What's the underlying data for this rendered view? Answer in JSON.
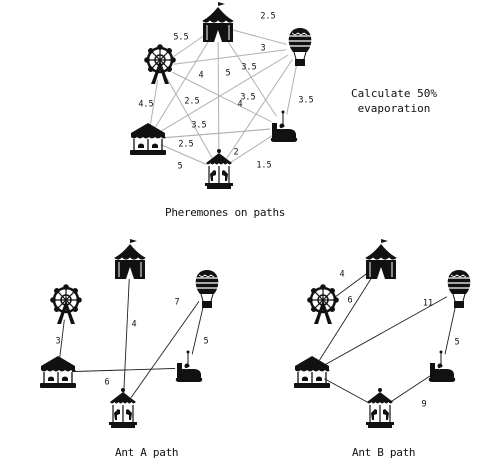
{
  "instruction": {
    "line1": "Calculate 50%",
    "line2": "evaporation"
  },
  "diagrams": [
    {
      "caption": "Pheremones on paths",
      "edges": [
        {
          "from": "tent",
          "to": "balloon",
          "label": "2.5"
        },
        {
          "from": "tent",
          "to": "ferris",
          "label": "5.5"
        },
        {
          "from": "ferris",
          "to": "balloon",
          "label": "3"
        },
        {
          "from": "tent",
          "to": "carousel_left",
          "label": "4"
        },
        {
          "from": "tent",
          "to": "carousel_bottom",
          "label": "5"
        },
        {
          "from": "tent",
          "to": "bumper",
          "label": "3.5"
        },
        {
          "from": "balloon",
          "to": "carousel_left",
          "label": "2.5"
        },
        {
          "from": "balloon",
          "to": "carousel_bottom",
          "label": "3.5"
        },
        {
          "from": "balloon",
          "to": "bumper",
          "label": "3.5"
        },
        {
          "from": "ferris",
          "to": "carousel_left",
          "label": "4.5"
        },
        {
          "from": "ferris",
          "to": "bumper",
          "label": "4"
        },
        {
          "from": "ferris",
          "to": "carousel_bottom",
          "label": "2"
        },
        {
          "from": "carousel_left",
          "to": "bumper",
          "label": "3.5"
        },
        {
          "from": "carousel_left",
          "to": "carousel_bottom",
          "label": "5"
        },
        {
          "from": "carousel_left",
          "to": "bumper",
          "label": "2.5"
        },
        {
          "from": "carousel_bottom",
          "to": "bumper",
          "label": "1.5"
        }
      ]
    },
    {
      "caption": "Ant A path",
      "edges": [
        {
          "from": "ferris",
          "to": "carousel_left",
          "label": "3"
        },
        {
          "from": "carousel_left",
          "to": "bumper",
          "label": "6"
        },
        {
          "from": "tent",
          "to": "carousel_bottom",
          "label": "4"
        },
        {
          "from": "balloon",
          "to": "carousel_bottom",
          "label": "7"
        },
        {
          "from": "balloon",
          "to": "bumper",
          "label": "5"
        }
      ]
    },
    {
      "caption": "Ant B path",
      "edges": [
        {
          "from": "ferris",
          "to": "tent",
          "label": "4"
        },
        {
          "from": "tent",
          "to": "carousel_left",
          "label": "6"
        },
        {
          "from": "carousel_left",
          "to": "balloon",
          "label": "11"
        },
        {
          "from": "balloon",
          "to": "bumper",
          "label": "5"
        },
        {
          "from": "bumper",
          "to": "carousel_bottom",
          "label": "9"
        },
        {
          "from": "carousel_left",
          "to": "carousel_bottom",
          "label": ""
        }
      ]
    }
  ],
  "colors": {
    "edge_main": "#b0b0b0",
    "edge_ant": "#222222",
    "icon": "#111111",
    "text": "#111111"
  },
  "icons": {
    "tent": "circus-tent-icon",
    "balloon": "hot-air-balloon-icon",
    "ferris": "ferris-wheel-icon",
    "carousel_left": "carousel-icon",
    "carousel_bottom": "horse-carousel-icon",
    "bumper": "bumper-car-icon"
  }
}
